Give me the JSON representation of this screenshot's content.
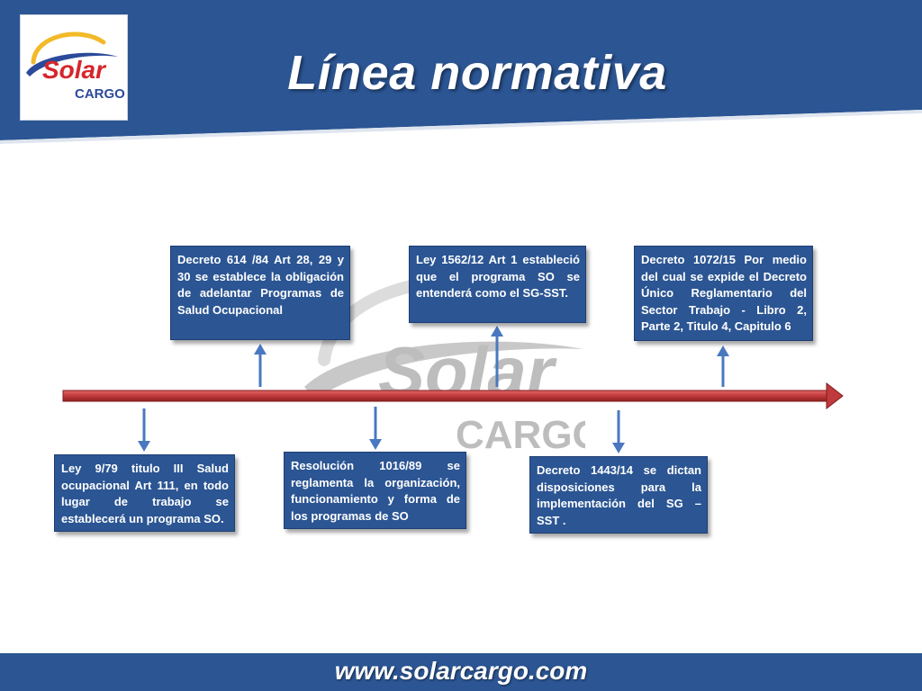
{
  "slide": {
    "title": "Línea normativa",
    "footer_url": "www.solarcargo.com"
  },
  "logo": {
    "line1": "Solar",
    "line2": "CARGO"
  },
  "watermark": {
    "line1": "Solar",
    "line2": "CARGO"
  },
  "milestones": [
    {
      "text": "Ley 9/79 titulo III Salud ocupacional Art 111, en todo lugar de trabajo se establecerá un programa SO."
    },
    {
      "text": "Decreto 614 /84 Art 28, 29 y 30 se establece la obligación de adelantar Programas de Salud Ocupacional"
    },
    {
      "text": "Resolución 1016/89 se reglamenta la organización, funcionamiento y forma de los programas de SO"
    },
    {
      "text": "Ley 1562/12 Art 1 estableció que el programa SO se entenderá como el SG-SST."
    },
    {
      "text": "Decreto 1443/14 se dictan disposiciones para la implementación del SG – SST ."
    },
    {
      "text": "Decreto 1072/15 Por medio del cual se expide el Decreto Único Reglamentario del Sector Trabajo - Libro 2, Parte 2, Titulo 4, Capitulo 6"
    }
  ],
  "colors": {
    "header_blue": "#2b5593",
    "timeline_red": "#c0393b",
    "arrow_blue": "#4a78c0",
    "logo_red": "#d6262b",
    "logo_yellow": "#f2b928"
  }
}
